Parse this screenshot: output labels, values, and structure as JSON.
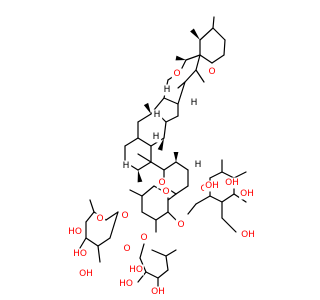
{
  "molecule": {
    "colors": {
      "carbon_bond": "#000000",
      "oxygen": "#ff0000",
      "hydrogen": "#000000",
      "background": "#ffffff"
    },
    "atom_labels": [
      {
        "id": "o-spiro-ring",
        "text": "O"
      },
      {
        "id": "o-furan",
        "text": "O"
      },
      {
        "id": "h-c20",
        "text": "H"
      },
      {
        "id": "h-c17",
        "text": "H"
      },
      {
        "id": "h-c16",
        "text": "H"
      },
      {
        "id": "h-c8",
        "text": "H"
      },
      {
        "id": "h-c9",
        "text": "H"
      },
      {
        "id": "h-c3",
        "text": "H"
      },
      {
        "id": "o-c3-ether",
        "text": "O"
      },
      {
        "id": "o-glc-ring",
        "text": "O"
      },
      {
        "id": "oh-glc-4",
        "text": "OH"
      },
      {
        "id": "oh-glc-3a",
        "text": "OH"
      },
      {
        "id": "oh-glc-3b",
        "text": "OH"
      },
      {
        "id": "oh-glc-6",
        "text": "OH"
      },
      {
        "id": "o-glc-link",
        "text": "O"
      },
      {
        "id": "o-inner-ring",
        "text": "O"
      },
      {
        "id": "o-rha1-link",
        "text": "O"
      },
      {
        "id": "o-rha1-ring",
        "text": "O"
      },
      {
        "id": "oh-rha1-a",
        "text": "HO"
      },
      {
        "id": "oh-rha1-b",
        "text": "HO"
      },
      {
        "id": "oh-rha1-c",
        "text": "OH"
      },
      {
        "id": "o-rha2-link",
        "text": "O"
      },
      {
        "id": "o-rha2-ring",
        "text": "O"
      },
      {
        "id": "oh-rha2-a",
        "text": "HO"
      },
      {
        "id": "oh-rha2-b",
        "text": "HO"
      },
      {
        "id": "oh-rha2-c",
        "text": "OH"
      }
    ]
  }
}
